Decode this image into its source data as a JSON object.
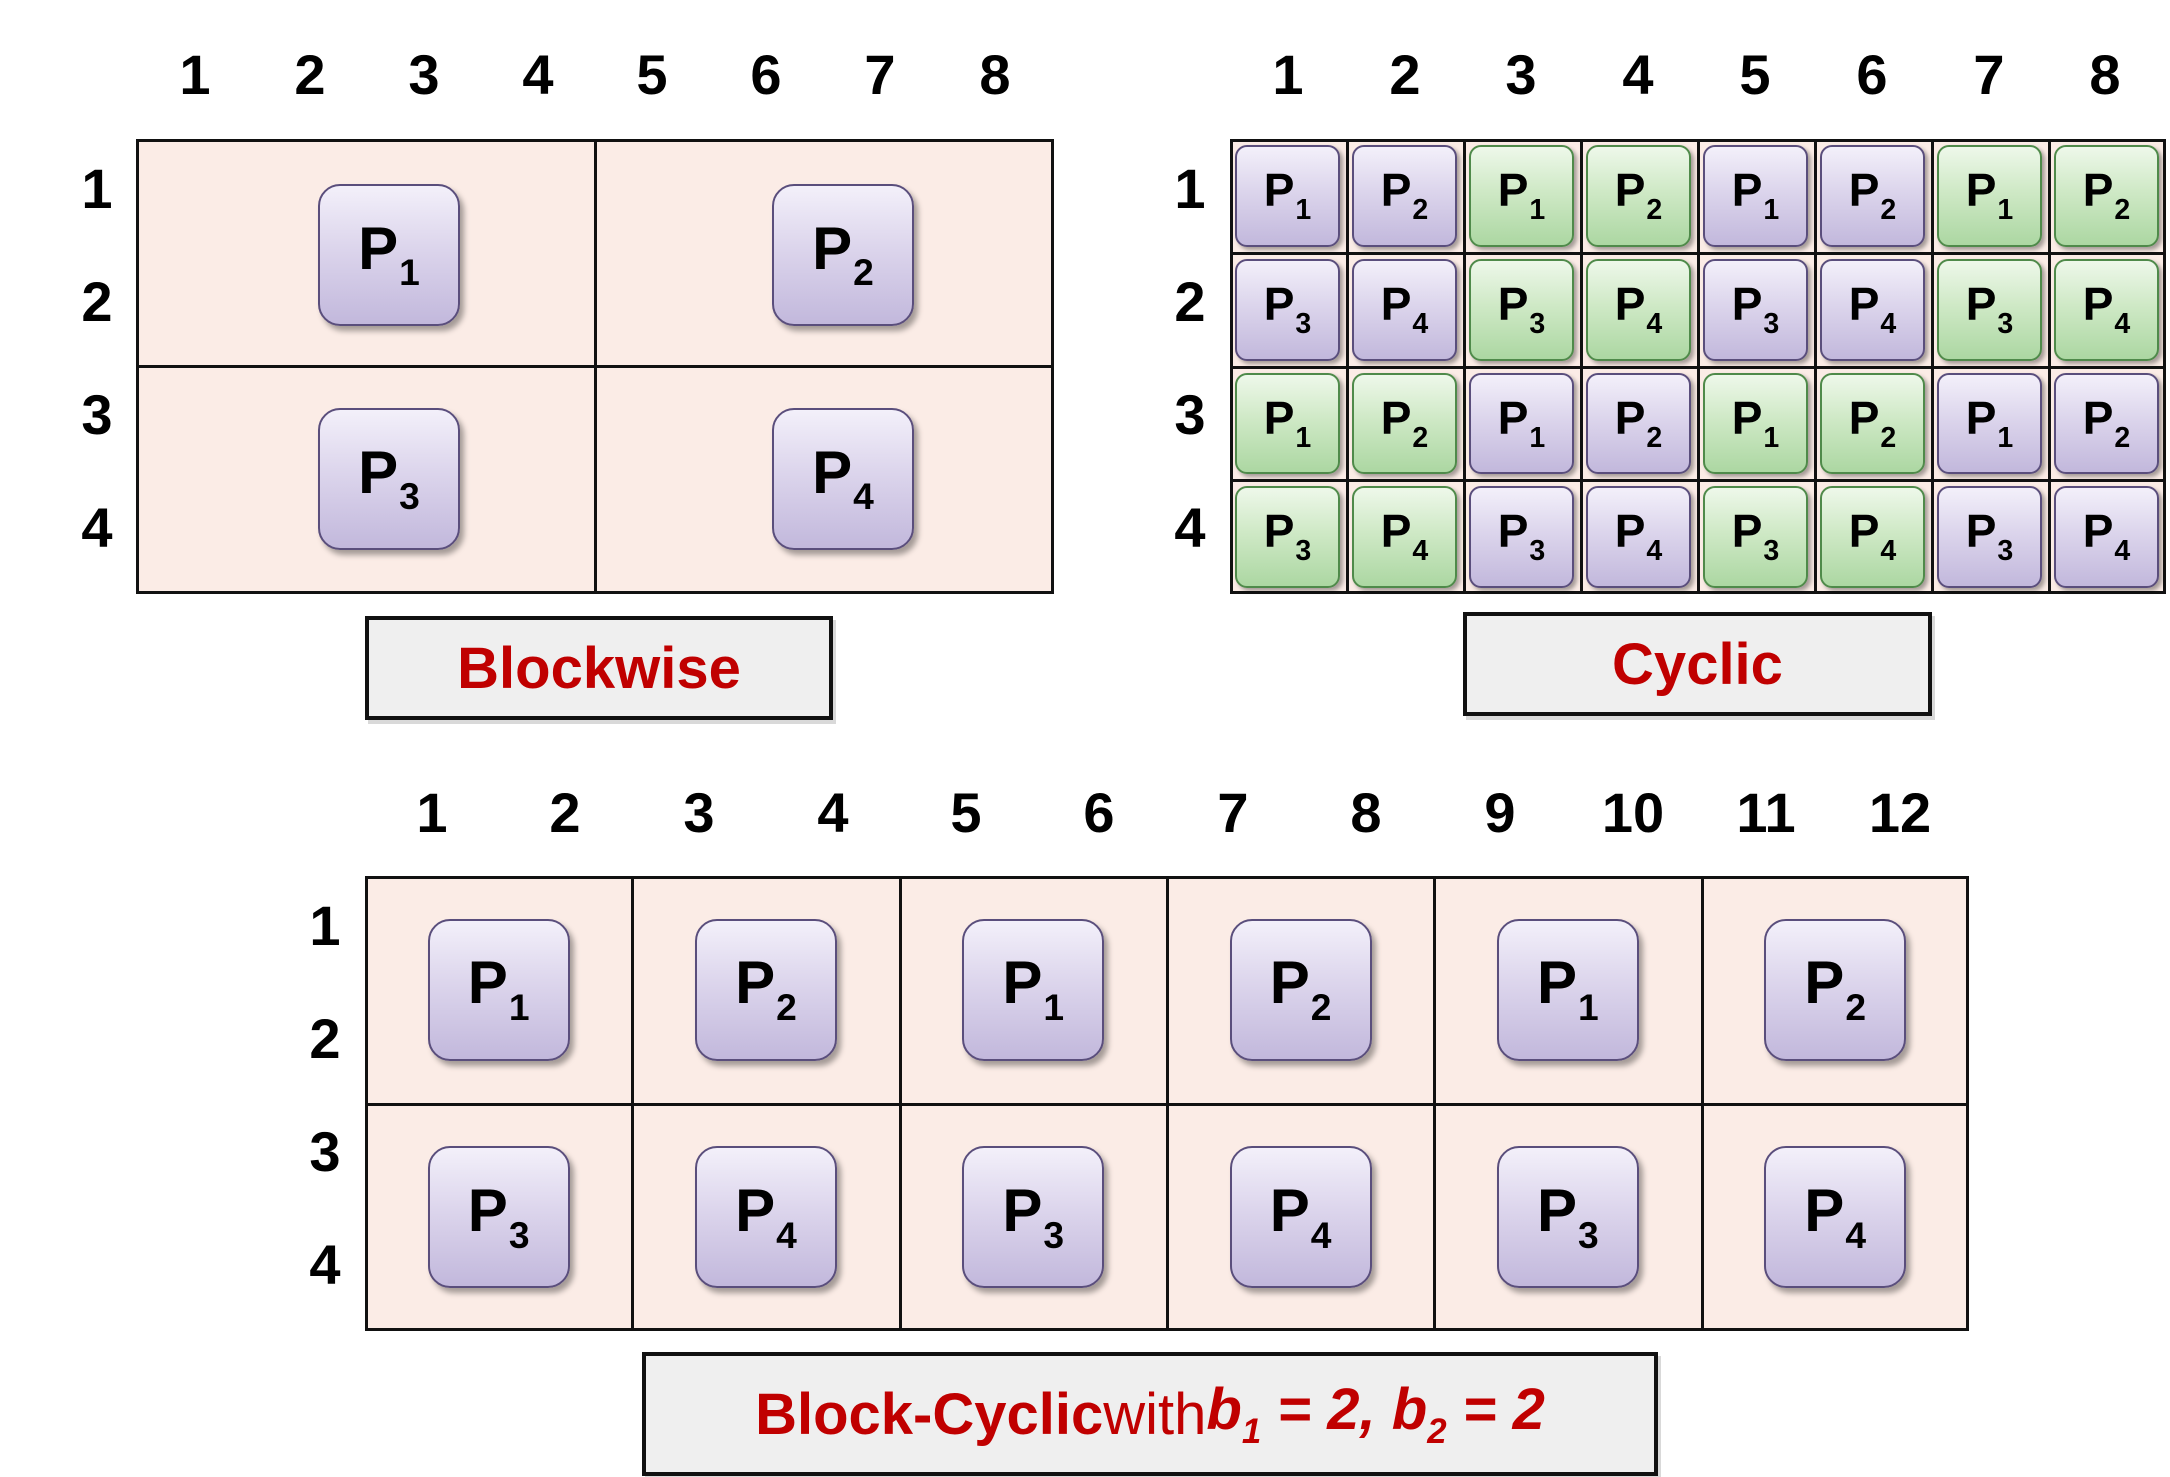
{
  "processor_prefix": "P",
  "blockwise": {
    "col_labels": [
      "1",
      "2",
      "3",
      "4",
      "5",
      "6",
      "7",
      "8"
    ],
    "row_labels": [
      "1",
      "2",
      "3",
      "4"
    ],
    "blocks": [
      [
        "1",
        "2"
      ],
      [
        "3",
        "4"
      ]
    ],
    "caption": "Blockwise"
  },
  "cyclic": {
    "col_labels": [
      "1",
      "2",
      "3",
      "4",
      "5",
      "6",
      "7",
      "8"
    ],
    "row_labels": [
      "1",
      "2",
      "3",
      "4"
    ],
    "cells": [
      [
        "1",
        "2",
        "1",
        "2",
        "1",
        "2",
        "1",
        "2"
      ],
      [
        "3",
        "4",
        "3",
        "4",
        "3",
        "4",
        "3",
        "4"
      ],
      [
        "1",
        "2",
        "1",
        "2",
        "1",
        "2",
        "1",
        "2"
      ],
      [
        "3",
        "4",
        "3",
        "4",
        "3",
        "4",
        "3",
        "4"
      ]
    ],
    "caption": "Cyclic"
  },
  "block_cyclic": {
    "col_labels": [
      "1",
      "2",
      "3",
      "4",
      "5",
      "6",
      "7",
      "8",
      "9",
      "10",
      "11",
      "12"
    ],
    "row_labels": [
      "1",
      "2",
      "3",
      "4"
    ],
    "blocks": [
      [
        "1",
        "2",
        "1",
        "2",
        "1",
        "2"
      ],
      [
        "3",
        "4",
        "3",
        "4",
        "3",
        "4"
      ]
    ],
    "caption": {
      "title": "Block-Cyclic",
      "with": " with ",
      "b1_var": "b",
      "b1_sub": "1",
      "b1_val": " = 2, ",
      "b2_var": "b",
      "b2_sub": "2",
      "b2_val": " = 2"
    }
  },
  "colors": {
    "grid_fill": "#fbece6",
    "chip_purple": "#d4cce6",
    "chip_green": "#c6e4bd",
    "caption_text": "#c00000",
    "caption_fill": "#efefef"
  }
}
